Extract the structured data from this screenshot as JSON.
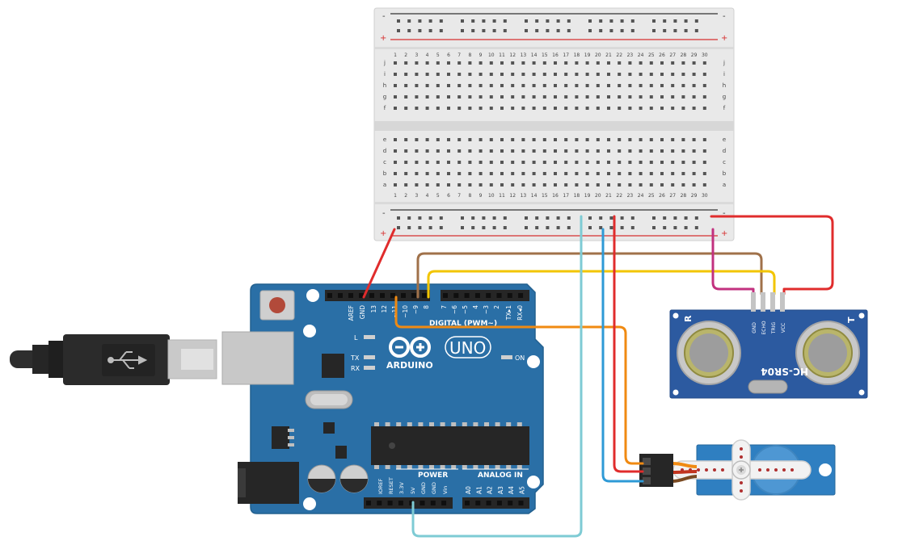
{
  "breadboard": {
    "rail_minus": "-",
    "rail_plus": "+",
    "row_letters_top": [
      "j",
      "i",
      "h",
      "g",
      "f"
    ],
    "row_letters_bottom": [
      "e",
      "d",
      "c",
      "b",
      "a"
    ],
    "columns": [
      "1",
      "2",
      "3",
      "4",
      "5",
      "6",
      "7",
      "8",
      "9",
      "10",
      "11",
      "12",
      "13",
      "14",
      "15",
      "16",
      "17",
      "18",
      "19",
      "20",
      "21",
      "22",
      "23",
      "24",
      "25",
      "26",
      "27",
      "28",
      "29",
      "30"
    ]
  },
  "arduino": {
    "logo_text": "ARDUINO",
    "model": "UNO",
    "digital_label": "DIGITAL (PWM~)",
    "power_label": "POWER",
    "analog_label": "ANALOG IN",
    "led_l": "L",
    "led_tx": "TX",
    "led_rx": "RX",
    "led_on": "ON",
    "digital_pins": [
      "AREF",
      "GND",
      "13",
      "12",
      "~11",
      "~10",
      "~9",
      "8",
      "7",
      "~6",
      "~5",
      "4",
      "~3",
      "2",
      "TX▸1",
      "RX◂0"
    ],
    "power_pins": [
      "IOREF",
      "RESET",
      "3.3V",
      "5V",
      "GND",
      "GND",
      "Vin"
    ],
    "analog_pins": [
      "A0",
      "A1",
      "A2",
      "A3",
      "A4",
      "A5"
    ]
  },
  "sensor": {
    "model": "HC-SR04",
    "left_mark": "R",
    "right_mark": "T",
    "pins": [
      "GND",
      "ECHO",
      "TRIG",
      "VCC"
    ]
  },
  "colors": {
    "board": "#2a6fa6",
    "breadboard": "#e6e6e6",
    "sensor": "#2c5aa0",
    "servo": "#2f7fc1",
    "wire_red": "#e02c2c",
    "wire_brown": "#a0714a",
    "wire_yellow": "#f2c500",
    "wire_orange": "#f08a12",
    "wire_cyan": "#7ecbd4",
    "wire_blue": "#2e9ad6",
    "wire_magenta": "#c2317f"
  }
}
